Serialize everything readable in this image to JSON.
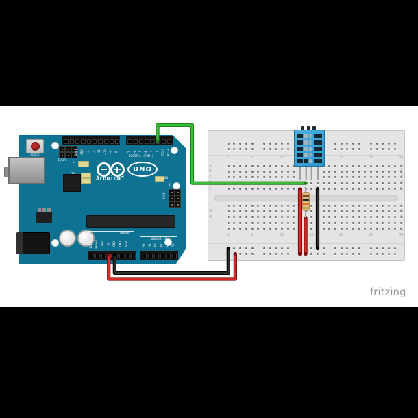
{
  "watermark": "fritzing",
  "colors": {
    "arduino_board": "#0e7392",
    "breadboard": "#e4e4e4",
    "dht11_body": "#3aa2d9",
    "wire_green": "#3bbf3b",
    "wire_red": "#d42a2a",
    "wire_black": "#2d2d2d"
  },
  "arduino": {
    "name": "Arduino UNO",
    "reset_label": "RESET",
    "icsp2_label": "ICSP2",
    "icsp_label": "ICSP",
    "icsp_pin1_label": "1",
    "led_l_label": "L",
    "tx_label": "TX",
    "rx_label": "RX",
    "on_label": "ON",
    "brand_label": "Arduino™",
    "model_label": "UNO",
    "digital_section_label": "DIGITAL (PWM~)",
    "power_section_label": "POWER",
    "analog_section_label": "ANALOG IN",
    "digital_pins_left": [
      "AREF",
      "GND",
      "13",
      "12",
      "~11",
      "~10",
      "~9",
      "8"
    ],
    "digital_pins_right": [
      "7",
      "~6",
      "~5",
      "4",
      "~3",
      "2",
      "TX▸1",
      "RX◂0"
    ],
    "power_pins": [
      "IOREF",
      "RESET",
      "3V3",
      "5V",
      "GND",
      "GND",
      "VIN"
    ],
    "analog_pins": [
      "A0",
      "A1",
      "A2",
      "A3",
      "A4",
      "A5"
    ]
  },
  "breadboard": {
    "column_labels": [
      "1",
      "5",
      "10",
      "15",
      "20",
      "25",
      "30"
    ],
    "row_labels_top": [
      "A",
      "B",
      "C",
      "D",
      "E"
    ],
    "row_labels_bottom": [
      "F",
      "G",
      "H",
      "I",
      "J"
    ]
  },
  "dht11": {
    "name": "DHT11 temperature and humidity sensor",
    "pin_count": 4
  },
  "resistor": {
    "name": "pull-up resistor (brown-black-orange-gold)",
    "body_color": "#d9bb8c",
    "band_colors": [
      "#7a4a28",
      "#232323",
      "#e07820",
      "#c9a44a"
    ]
  },
  "wires": [
    {
      "id": "green-data",
      "color": "#3bbf3b",
      "outline": "#1e7d1e",
      "name": "green data wire: Arduino digital pin 2 to DHT11 data column"
    },
    {
      "id": "red-5v",
      "color": "#d42a2a",
      "outline": "#7e0f0f",
      "name": "red power wire: Arduino 5V to breadboard power rail"
    },
    {
      "id": "black-gnd",
      "color": "#2d2d2d",
      "outline": "#000000",
      "name": "black ground wire: Arduino GND to breadboard ground rail"
    },
    {
      "id": "red-vcc",
      "color": "#d42a2a",
      "outline": "#7e0f0f",
      "name": "red jumper: power rail to DHT11 VCC column"
    },
    {
      "id": "red-pullup",
      "color": "#d42a2a",
      "outline": "#7e0f0f",
      "name": "red jumper: power rail to pull-up resistor column"
    },
    {
      "id": "black-dht-gnd",
      "color": "#2d2d2d",
      "outline": "#000000",
      "name": "black jumper: ground rail to DHT11 GND column"
    }
  ]
}
